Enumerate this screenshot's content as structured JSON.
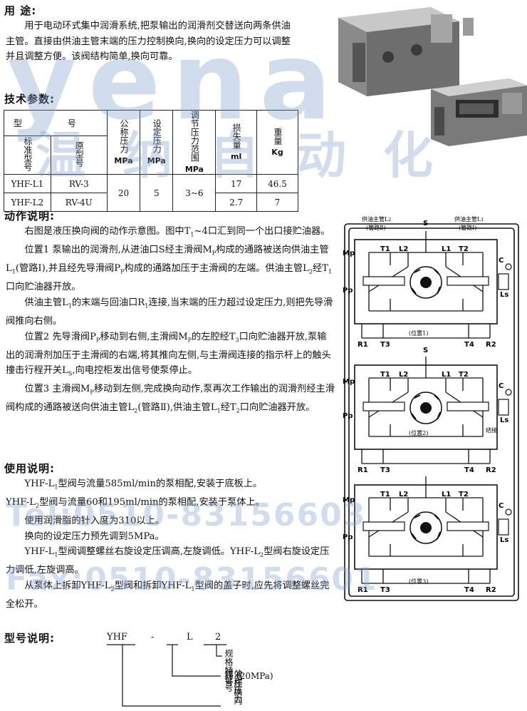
{
  "sections": {
    "usage_title": "用  途:",
    "usage_text": "用于电动环式集中润滑系统,把泵输出的润滑剂交替送向两条供油主管。直接由供油主管末端的压力控制换向,换向的设定压力可以调整并且调整方便。该阀结构简单,换向可靠。",
    "spec_title": "技术参数:",
    "action_title": "动作说明:",
    "instr_title": "使用说明:",
    "model_title": "型号说明:"
  },
  "spec_table": {
    "h_type": "型 号",
    "h_std": "标准型号",
    "h_orig": "原型号",
    "h_nominal": "公称压力",
    "h_set": "设定压力",
    "h_adj": "调节压力范围",
    "h_loss": "损失量",
    "h_weight": "重量",
    "u_mpa1": "MPa",
    "u_mpa2": "MPa",
    "u_mpa3": "MPa",
    "u_ml": "ml",
    "u_kg": "Kg",
    "r1_std": "YHF-L1",
    "r1_orig": "RV-3",
    "r1_loss": "17",
    "r1_weight": "46.5",
    "r2_std": "YHF-L2",
    "r2_orig": "RV-4U",
    "r2_loss": "2.7",
    "r2_weight": "7",
    "nominal": "20",
    "set": "5",
    "adj": "3~6"
  },
  "action": {
    "p1": "右图是液压换向阀的动作示意图。图中T",
    "p1_sub": "1",
    "p1b": "~4口汇到同一个出口接贮油器。",
    "p2a": "位置1  泵输出的润滑剂,从进油口S经主滑阀M",
    "p2_sub1": "P",
    "p2b": "构成的通路被送向供油主管L",
    "p2_sub2": "1",
    "p2c": "(管路Ⅰ),并且经先导滑阀P",
    "p2_sub3": "P",
    "p2d": "构成的通路加压于主滑阀的左端。供油主管L",
    "p2_sub4": "2",
    "p2e": "经T",
    "p2_sub5": "1",
    "p2f": "口向贮油器开放。",
    "p3a": "供油主管L",
    "p3_sub1": "1",
    "p3b": "的末端与回油口R",
    "p3_sub2": "1",
    "p3c": "连接,当末端的压力超过设定压力,则把先导滑阀推向右侧。",
    "p4a": "位置2  先导滑阀P",
    "p4_sub1": "P",
    "p4b": "移动到右侧,主滑阀M",
    "p4_sub2": "P",
    "p4c": "的左腔经T",
    "p4_sub3": "3",
    "p4d": "口向贮油器开放,泵输出的润滑剂加压于主滑阀的右端,将其推向左侧,与主滑阀连接的指示杆上的触头撞击行程开关L",
    "p4_sub4": "S",
    "p4e": ",向电控柜发出信号使泵停止。",
    "p5a": "位置3  主滑阀M",
    "p5_sub1": "P",
    "p5b": "移动到左侧,完成换向动作,泵再次工作输出的润滑剂经主滑阀构成的通路被送向供油主管L",
    "p5_sub2": "2",
    "p5c": "(管路Ⅱ),供油主管L",
    "p5_sub3": "1",
    "p5d": "经T",
    "p5_sub4": "2",
    "p5e": "口向贮油器开放。"
  },
  "instr": {
    "i1a": "YHF-L",
    "i1_sub": "1",
    "i1b": "型阀与流量585ml/min的泵相配,安装于底板上。",
    "i2a": "YHF-L",
    "i2_sub": "2",
    "i2b": "型阀与流量60和195ml/min的泵相配,安装于泵体上。",
    "i3": "使用润滑脂的针入度为310以上。",
    "i4": "换向的设定压力预先调到5MPa。",
    "i5a": "YHF-L",
    "i5_sub1": "1",
    "i5b": "型阀调整螺丝右旋设定压调高,左旋调低。YHF-L",
    "i5_sub2": "2",
    "i5c": "型阀右旋设定压力调低,左旋调高。",
    "i6a": "从泵体上拆卸YHF-L",
    "i6_sub1": "2",
    "i6b": "型阀和拆卸YHF-L",
    "i6_sub2": "1",
    "i6c": "型阀的盖子时,应先将调整螺丝完全松开。"
  },
  "model": {
    "code_yhf": "YHF",
    "code_dash": "-",
    "code_l": "L",
    "code_2": "2",
    "label_spec": "规格特征号",
    "label_pressure": "公称压力代号",
    "label_pressure_val": "(20MPa)",
    "label_valve": "液压换向阀"
  },
  "diagram": {
    "top_left": "供油主管L",
    "top_left_sub": "2",
    "top_left2": "(管路Ⅱ)",
    "top_right": "供油主管L",
    "top_right_sub": "1",
    "top_right2": "(管路Ⅰ)",
    "s": "S",
    "mp": "Mp",
    "pp": "Pp",
    "t1": "T1",
    "l2": "L2",
    "l1": "L1",
    "t2": "T2",
    "r1": "R1",
    "t3": "T3",
    "t4": "T4",
    "r2": "R2",
    "c": "C",
    "ls": "Ls",
    "pos1": "(位置1)",
    "pos2": "(位置2)",
    "pos3": "(位置3)",
    "jie": "结接"
  },
  "watermark": {
    "latin": "yena",
    "chinese": "温纳自动化",
    "phone1": "Tel:0510-83156603",
    "phone2": "Fax:0510-83156601"
  },
  "colors": {
    "watermark": "#7d9fcc",
    "text": "#111111"
  }
}
